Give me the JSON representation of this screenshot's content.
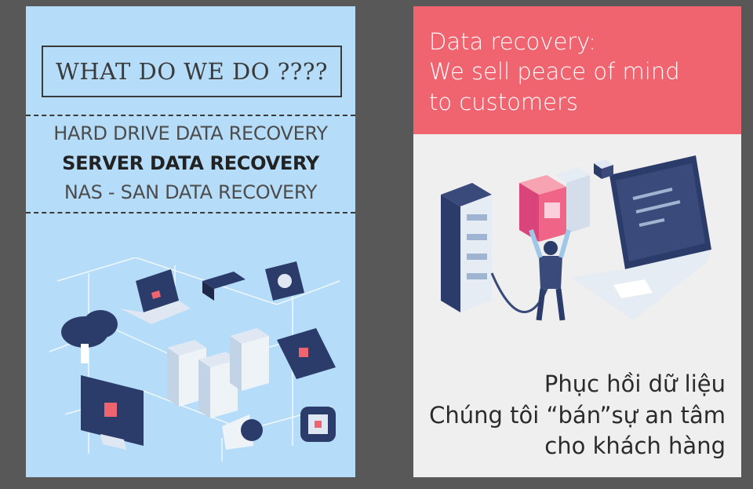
{
  "left": {
    "title": "WHAT DO WE DO ????",
    "services": [
      "HARD DRIVE DATA RECOVERY",
      "SERVER DATA RECOVERY",
      "NAS - SAN DATA RECOVERY"
    ],
    "icons": [
      "cloud-icon",
      "laptop-icon",
      "server-icon",
      "monitor-icon",
      "tablet-icon",
      "camera-icon",
      "smartwatch-icon",
      "megaphone-icon",
      "hard-drive-icon"
    ]
  },
  "right": {
    "header_lines": [
      "Data recovery:",
      "We sell peace of mind",
      "to customers"
    ],
    "vietnamese_lines": [
      "Phục hồi dữ liệu",
      "Chúng tôi “bán”sự an tâm",
      "cho khách hàng"
    ]
  },
  "colors": {
    "background": "#585858",
    "left_panel": "#b5dcf8",
    "right_panel": "#efefef",
    "accent_pink": "#f06470",
    "navy": "#2c3c6a"
  }
}
